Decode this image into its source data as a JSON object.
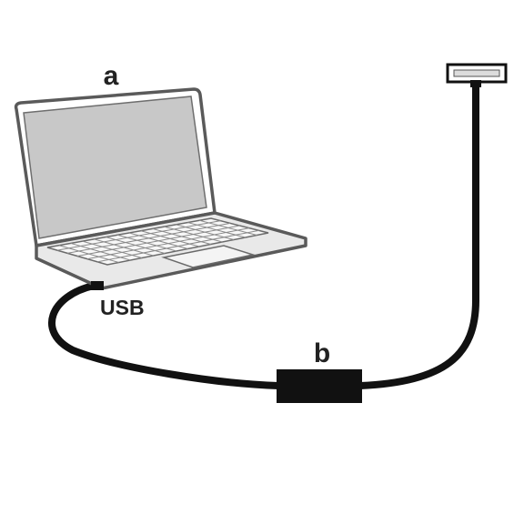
{
  "labels": {
    "laptop": "a",
    "port": "USB",
    "adapter": "b"
  },
  "colors": {
    "background": "#ffffff",
    "outline": "#5a5a5a",
    "screen": "#c8c8c8",
    "deck": "#e9e9e9",
    "key": "#f7f7f7",
    "cable": "#111111",
    "label": "#222222"
  },
  "icons": {
    "computer": "laptop-icon",
    "adapter": "adapter-box-icon",
    "connector": "t-connector-icon"
  }
}
